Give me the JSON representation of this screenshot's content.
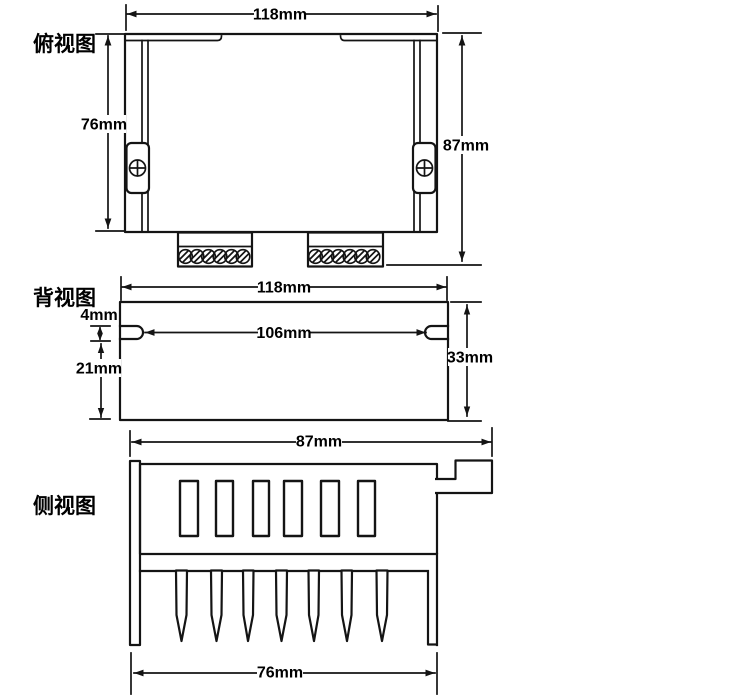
{
  "page": {
    "background": "#ffffff",
    "line_color": "#141414",
    "text_color": "#000000"
  },
  "views": {
    "top": {
      "title": "俯视图",
      "dims": {
        "width": "118mm",
        "depth": "76mm",
        "total_depth": "87mm"
      }
    },
    "back": {
      "title": "背视图",
      "dims": {
        "width": "118mm",
        "slot_span": "106mm",
        "notch": "4mm",
        "below_notch": "21mm",
        "height": "33mm"
      }
    },
    "side": {
      "title": "侧视图",
      "dims": {
        "width": "87mm",
        "heatsink_width": "76mm"
      }
    }
  }
}
